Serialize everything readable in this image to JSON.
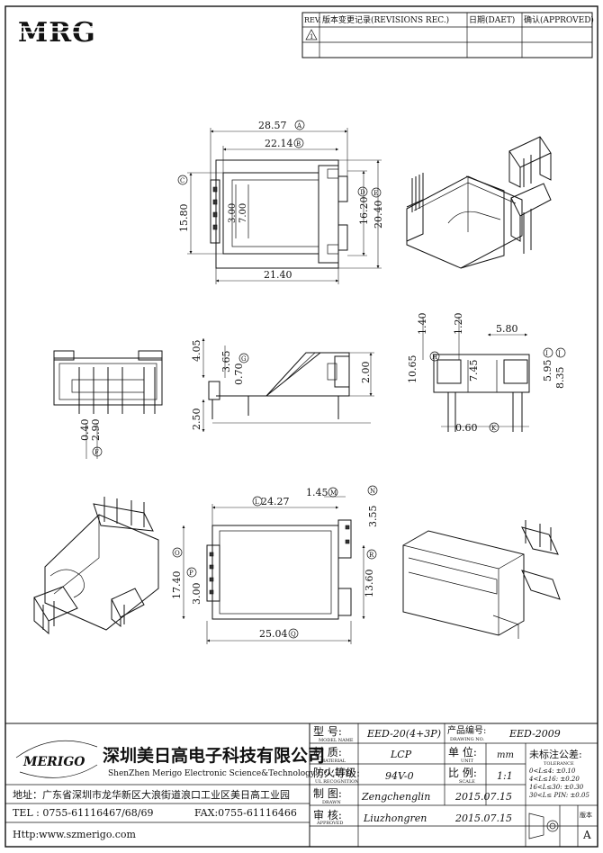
{
  "logo": {
    "text": "MRG"
  },
  "revisions": {
    "headers": {
      "rev": "REV.",
      "content": "版本变更记录(REVISIONS REC.)",
      "date": "日期(DAET)",
      "approved": "确认(APPROVED)"
    },
    "rows": [
      {
        "rev": "1",
        "content": "",
        "date": "",
        "approved": ""
      }
    ]
  },
  "dimensions": {
    "top": {
      "a": "28.57",
      "b": "22.14",
      "c": "15.80",
      "d": "16.20",
      "e": "20.40",
      "s1": "3.00",
      "s2": "7.00",
      "bottom": "21.40"
    },
    "middle": {
      "p1": "4.05",
      "p2": "3.65",
      "p3": "0.70",
      "p4": "2.50",
      "p5": "2.00",
      "f1": "0.40",
      "f2": "2.90",
      "g1": "1.40",
      "g2": "1.20",
      "g3": "5.80",
      "g4": "10.65",
      "g5": "7.45",
      "g6": "5.95",
      "g7": "8.35",
      "pin": "0.60"
    },
    "bottom": {
      "l": "24.27",
      "m": "1.45",
      "n": "3.55",
      "o": "17.40",
      "p": "3.00",
      "r": "13.60",
      "q": "25.04"
    }
  },
  "markers": {
    "a": "A",
    "b": "B",
    "c": "C",
    "d": "D",
    "e": "E",
    "f": "F",
    "g": "G",
    "h": "H",
    "i": "I",
    "j": "J",
    "k": "K",
    "l": "L",
    "m": "M",
    "n": "N",
    "o": "O",
    "p": "P",
    "q": "Q",
    "r": "R"
  },
  "company": {
    "brand": "MERIGO",
    "name_cn": "深圳美日高电子科技有限公司",
    "name_en": "ShenZhen Merigo Electronic Science&Technology CO.,LTD",
    "address": "地址：广东省深圳市龙华新区大浪街道浪口工业区美日高工业园",
    "tel": "TEL : 0755-61116467/68/69",
    "fax": "FAX:0755-61116466",
    "http": "Http:www.szmerigo.com"
  },
  "title_block": {
    "model_label": "型  号:",
    "model_sub": "MODEL NAME",
    "model_value": "EED-20(4+3P)",
    "drawing_label": "产品编号:",
    "drawing_sub": "DRAWING NO.",
    "drawing_value": "EED-2009",
    "material_label": "材  质:",
    "material_sub": "MATERIAL",
    "material_value": "LCP",
    "unit_label": "单  位:",
    "unit_sub": "UNIT",
    "unit_value": "mm",
    "ul_label": "防火等级:",
    "ul_sub": "UL RECOGNITION",
    "ul_value": "94V-0",
    "scale_label": "比  例:",
    "scale_sub": "SCALE",
    "scale_value": "1:1",
    "drawn_label": "制  图:",
    "drawn_sub": "DRAWN",
    "drawn_value": "Zengchenglin",
    "drawn_date": "2015.07.15",
    "approved_label": "审  核:",
    "approved_sub": "APPROVED",
    "approved_value": "Liuzhongren",
    "approved_date": "2015.07.15",
    "tolerance_label": "未标注公差:",
    "tolerance_sub": "TOLERANCE",
    "tolerances": [
      "0<L≤4:    ±0.10",
      "4<L≤16:  ±0.20",
      "16<L≤30: ±0.30",
      "30<L≤ PIN: ±0.05"
    ],
    "version_label": "版本",
    "version_value": "A"
  }
}
